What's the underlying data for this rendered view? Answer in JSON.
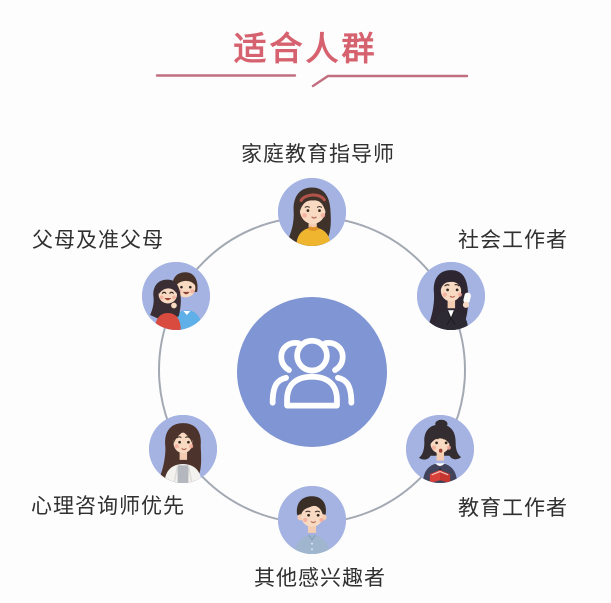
{
  "header": {
    "title": "适合人群"
  },
  "theme": {
    "page_bg": "#fdfdfd",
    "title_color": "#d5626e",
    "divider_color": "#c06e80",
    "ring_color": "#a3a9b3",
    "node_bg": "#a5b3e2",
    "center_bg": "#8095d3",
    "icon_color": "#ffffff",
    "label_color": "#303030"
  },
  "diagram": {
    "center": {
      "icon": "people-group-icon"
    },
    "nodes": [
      {
        "id": "top",
        "label": "家庭教育指导师",
        "avatar": "woman-headband-yellow-top"
      },
      {
        "id": "upper-left",
        "label": "父母及准父母",
        "avatar": "smiling-couple"
      },
      {
        "id": "upper-right",
        "label": "社会工作者",
        "avatar": "woman-black-blazer-phone"
      },
      {
        "id": "lower-left",
        "label": "心理咨询师优先",
        "avatar": "woman-long-hair-white-coat"
      },
      {
        "id": "lower-right",
        "label": "教育工作者",
        "avatar": "woman-bob-red-book"
      },
      {
        "id": "bottom",
        "label": "其他感兴趣者",
        "avatar": "young-man-blue-shirt"
      }
    ]
  }
}
